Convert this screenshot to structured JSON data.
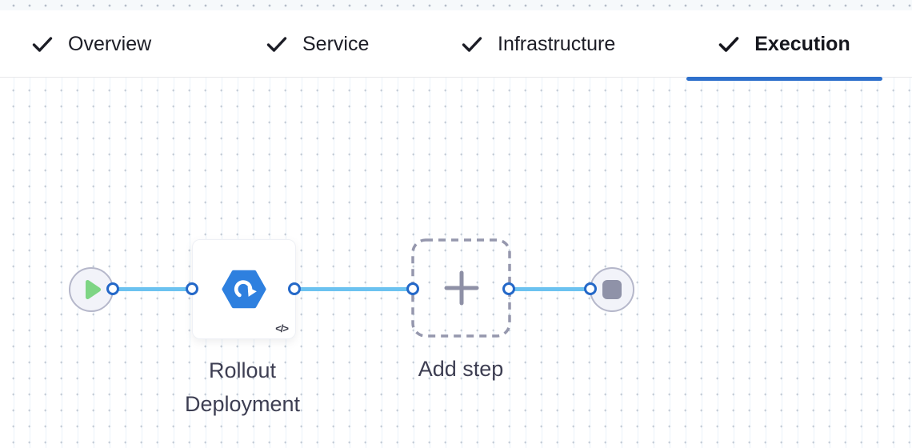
{
  "tabs": {
    "items": [
      {
        "label": "Overview",
        "checked": true,
        "active": false
      },
      {
        "label": "Service",
        "checked": true,
        "active": false
      },
      {
        "label": "Infrastructure",
        "checked": true,
        "active": false
      },
      {
        "label": "Execution",
        "checked": true,
        "active": true
      }
    ]
  },
  "pipeline": {
    "start_node": {
      "icon": "play-icon"
    },
    "step": {
      "label": "Rollout Deployment",
      "icon": "k8s-rollout-deployment-icon",
      "code_badge": "</>"
    },
    "add_step": {
      "label": "Add step",
      "icon": "plus-icon"
    },
    "end_node": {
      "icon": "stop-icon"
    }
  },
  "colors": {
    "active_tab_underline": "#2e70cc",
    "connector_line": "#6cc2f0",
    "connector_port_border": "#2468c8",
    "step_icon_blue": "#2e80df",
    "play_green": "#7ed584",
    "node_fill": "#f2f3f9",
    "node_border": "#b5b7ca",
    "stop_square_grey": "#8f92a8",
    "dashed_border_grey": "#9597ad",
    "label_text": "#3d3e52"
  }
}
